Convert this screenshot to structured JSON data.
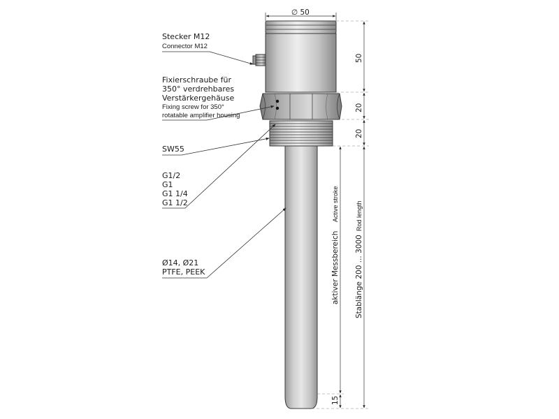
{
  "diameter_label": "∅ 50",
  "dims": {
    "d50": "50",
    "d20a": "20",
    "d20b": "20",
    "d15": "15"
  },
  "callouts": {
    "connector_de": "Stecker M12",
    "connector_en": "Connector M12",
    "fix_de_1": "Fixierschraube für",
    "fix_de_2": "350° verdrehbares",
    "fix_de_3": "Verstärkergehäuse",
    "fix_en_1": "Fixing screw for 350°",
    "fix_en_2": "rotatable amplifier housing",
    "sw": "SW55",
    "thread_1": "G1/2",
    "thread_2": "G1",
    "thread_3": "G1 1/4",
    "thread_4": "G1 1/2",
    "rod_1": "Ø14, Ø21",
    "rod_2": "PTFE, PEEK"
  },
  "vertical_labels": {
    "active_de": "aktiver Messbereich",
    "active_en": "Active stroke",
    "rod_de": "Stablänge 200 ... 3000",
    "rod_en": "Rod length"
  }
}
